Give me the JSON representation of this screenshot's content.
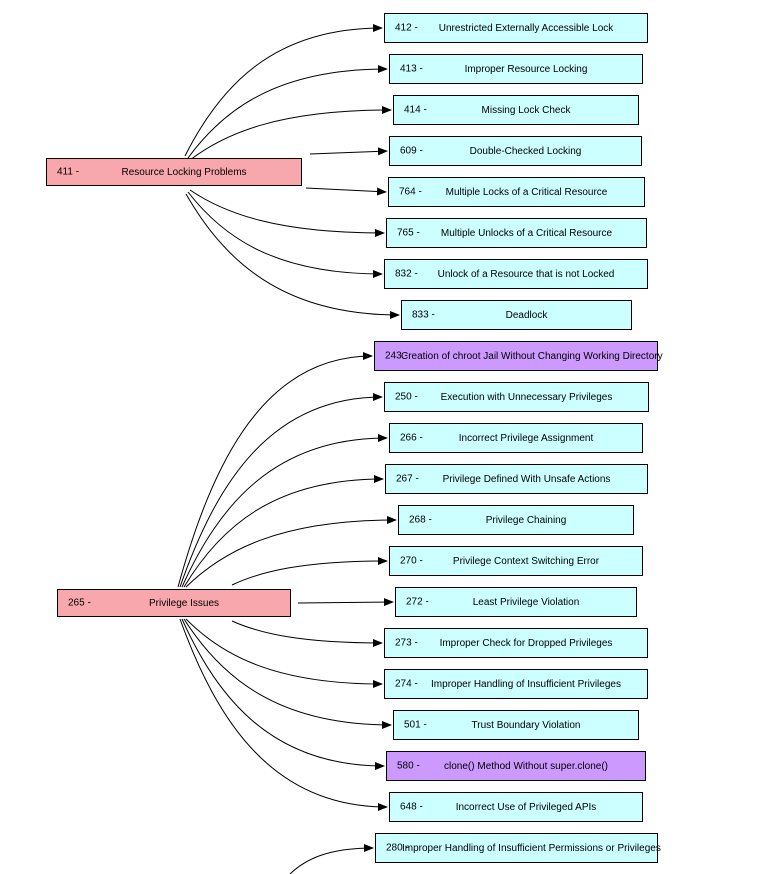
{
  "colors": {
    "parent": "#f8a8ac",
    "child": "#ccffff",
    "alt": "#cc99ff",
    "edge": "#000000"
  },
  "groups": [
    {
      "parent": {
        "id": "411 -",
        "label": "Resource Locking Problems"
      },
      "children": [
        {
          "id": "412 -",
          "label": "Unrestricted Externally Accessible Lock",
          "color": "child"
        },
        {
          "id": "413 -",
          "label": "Improper Resource Locking",
          "color": "child"
        },
        {
          "id": "414 -",
          "label": "Missing Lock Check",
          "color": "child"
        },
        {
          "id": "609 -",
          "label": "Double-Checked Locking",
          "color": "child"
        },
        {
          "id": "764 -",
          "label": "Multiple Locks of a Critical Resource",
          "color": "child"
        },
        {
          "id": "765 -",
          "label": "Multiple Unlocks of a Critical Resource",
          "color": "child"
        },
        {
          "id": "832 -",
          "label": "Unlock of a Resource that is not Locked",
          "color": "child"
        },
        {
          "id": "833 -",
          "label": "Deadlock",
          "color": "child"
        }
      ]
    },
    {
      "parent": {
        "id": "265 -",
        "label": "Privilege Issues"
      },
      "children": [
        {
          "id": "243 -",
          "label": "Creation of chroot Jail Without Changing Working Directory",
          "color": "alt"
        },
        {
          "id": "250 -",
          "label": "Execution with Unnecessary Privileges",
          "color": "child"
        },
        {
          "id": "266 -",
          "label": "Incorrect Privilege Assignment",
          "color": "child"
        },
        {
          "id": "267 -",
          "label": "Privilege Defined With Unsafe Actions",
          "color": "child"
        },
        {
          "id": "268 -",
          "label": "Privilege Chaining",
          "color": "child"
        },
        {
          "id": "270 -",
          "label": "Privilege Context Switching Error",
          "color": "child"
        },
        {
          "id": "272 -",
          "label": "Least Privilege Violation",
          "color": "child"
        },
        {
          "id": "273 -",
          "label": "Improper Check for Dropped Privileges",
          "color": "child"
        },
        {
          "id": "274 -",
          "label": "Improper Handling of Insufficient Privileges",
          "color": "child"
        },
        {
          "id": "501 -",
          "label": "Trust Boundary Violation",
          "color": "child"
        },
        {
          "id": "580 -",
          "label": "clone() Method Without super.clone()",
          "color": "alt"
        },
        {
          "id": "648 -",
          "label": "Incorrect Use of Privileged APIs",
          "color": "child"
        },
        {
          "id": "280 -",
          "label": "Improper Handling of Insufficient Permissions or Privileges",
          "color": "child"
        }
      ]
    }
  ]
}
